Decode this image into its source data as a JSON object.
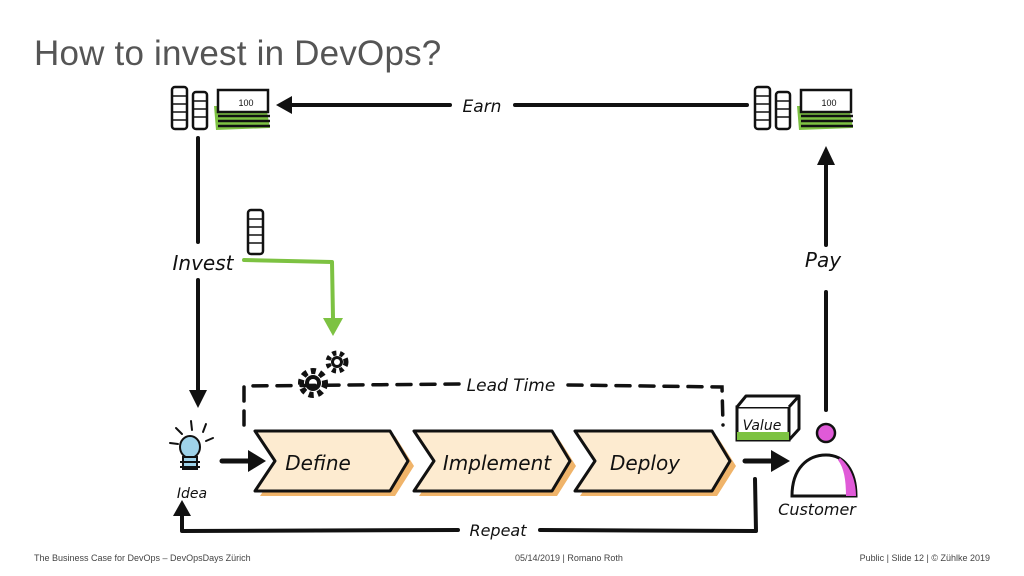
{
  "slide": {
    "title": "How to invest in DevOps?"
  },
  "diagram": {
    "labels": {
      "earn": "Earn",
      "invest": "Invest",
      "pay": "Pay",
      "lead_time": "Lead Time",
      "repeat": "Repeat",
      "idea": "Idea",
      "customer": "Customer",
      "value": "Value",
      "money_note": "100"
    },
    "stages": [
      "Define",
      "Implement",
      "Deploy"
    ],
    "colors": {
      "accent_green": "#7dc242",
      "stage_fill": "#fdebd0",
      "stage_shadow": "#f0b46a",
      "customer_pink": "#e05ad8",
      "idea_blue": "#9fd3ea",
      "text_dark": "#555555"
    }
  },
  "footer": {
    "left": "The Business Case for DevOps – DevOpsDays Zürich",
    "middle": "05/14/2019  |  Romano Roth",
    "right": "Public  |  Slide 12  |  © Zühlke 2019"
  }
}
